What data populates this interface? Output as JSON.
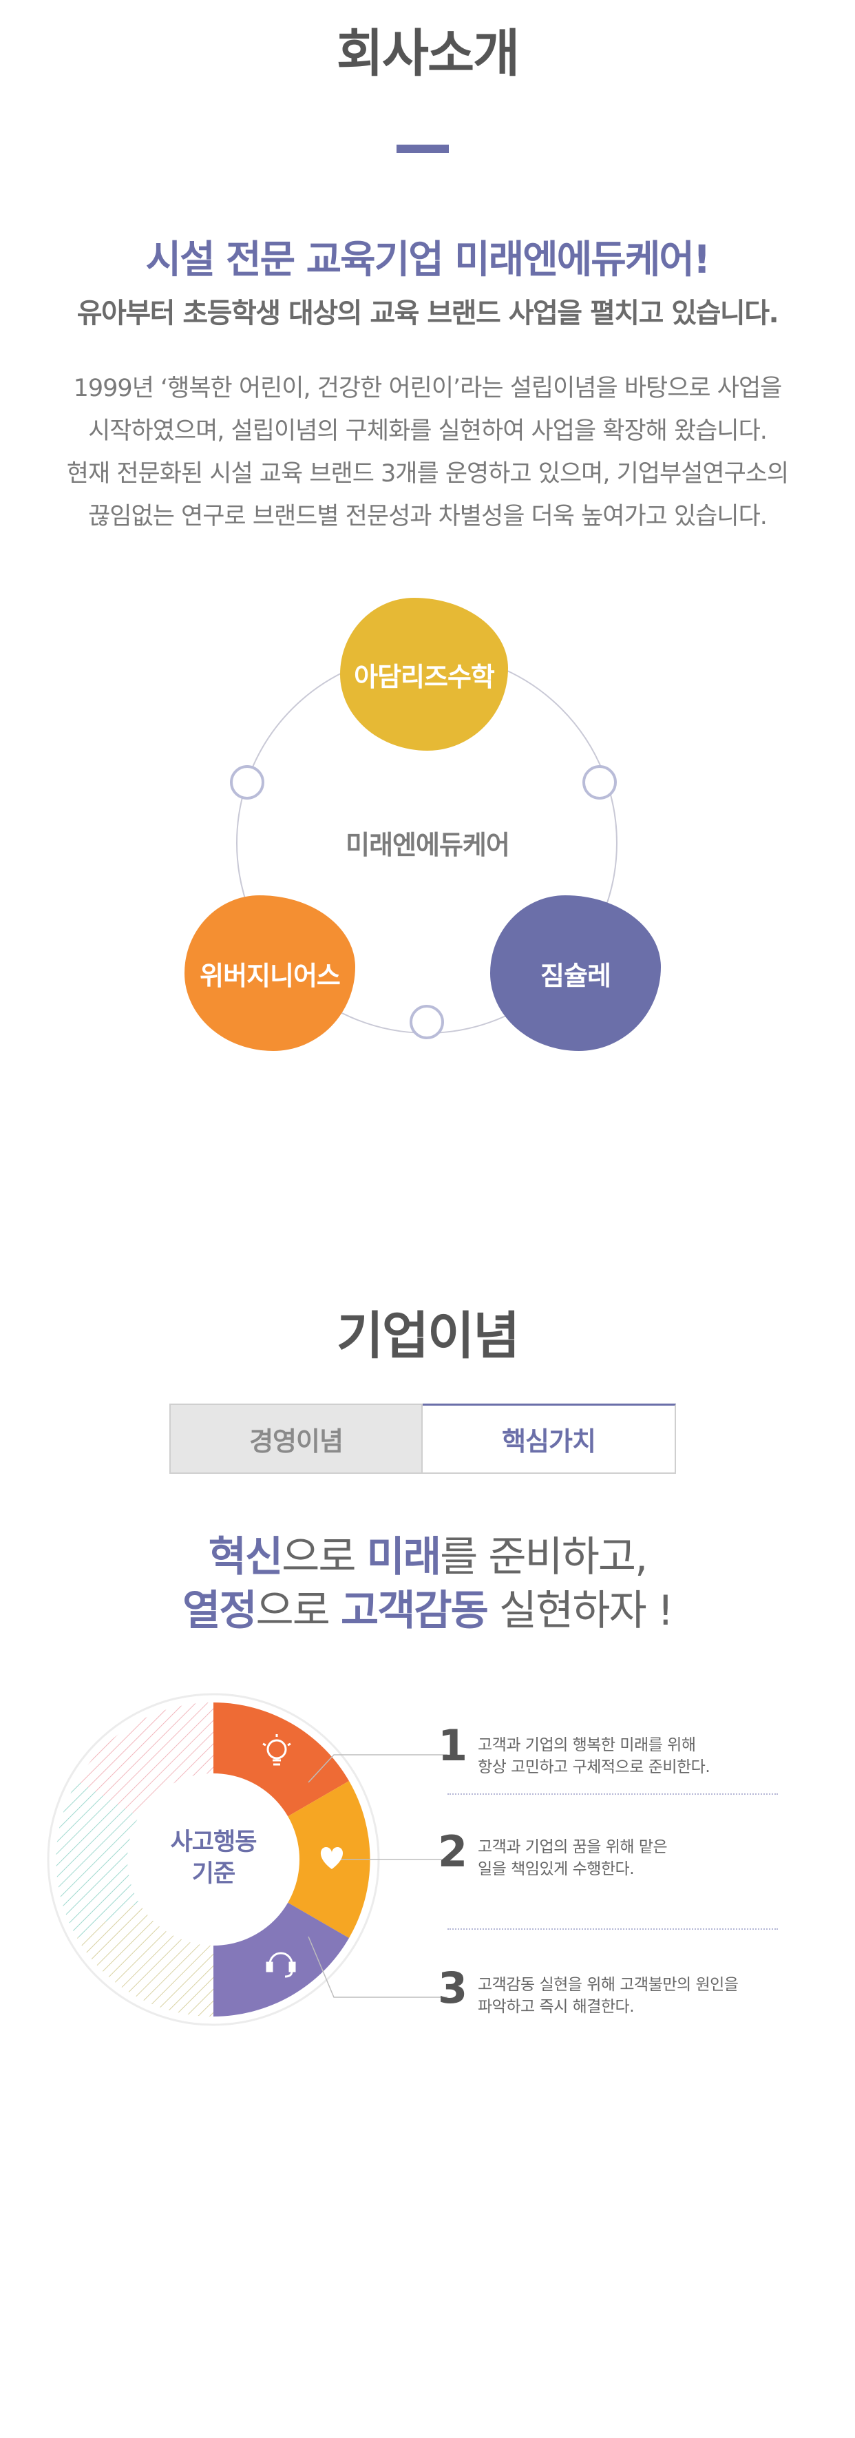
{
  "about": {
    "title": "회사소개",
    "headline": "시설 전문 교육기업 미래엔에듀케어!",
    "subheadline": "유아부터 초등학생 대상의 교육 브랜드 사업을 펼치고 있습니다.",
    "intro_lines": [
      "1999년 ‘행복한 어린이, 건강한 어린이’라는 설립이념을 바탕으로 사업을",
      "시작하였으며, 설립이념의 구체화를 실현하여 사업을 확장해 왔습니다.",
      "현재 전문화된 시설 교육 브랜드 3개를 운영하고 있으며, 기업부설연구소의",
      "끊임없는 연구로 브랜드별 전문성과 차별성을 더욱 높여가고 있습니다."
    ],
    "diagram": {
      "center": "미래엔에듀케어",
      "brands": [
        "아담리즈수학",
        "위버지니어스",
        "짐슐레"
      ],
      "colors": {
        "yellow": "#e6b935",
        "orange": "#f48f32",
        "purple": "#6b6fa9"
      }
    }
  },
  "philosophy": {
    "title": "기업이념",
    "tabs": [
      {
        "label": "경영이념",
        "active": false
      },
      {
        "label": "핵심가치",
        "active": true
      }
    ],
    "slogan": {
      "l1_a": "혁신",
      "l1_b": "으로 ",
      "l1_c": "미래",
      "l1_d": "를 준비하고,",
      "l2_a": "열정",
      "l2_b": "으로 ",
      "l2_c": "고객감동",
      "l2_d": " 실현하자 !"
    },
    "wheel": {
      "center_l1": "사고행동",
      "center_l2": "기준",
      "icons": [
        "lightbulb-icon",
        "heart-icon",
        "headset-icon"
      ],
      "colors": {
        "orange": "#ee6b35",
        "gold": "#f6a623",
        "purple": "#8478b9"
      }
    },
    "items": [
      {
        "num": "1",
        "l1": "고객과 기업의 행복한 미래를 위해",
        "l2": "항상 고민하고 구체적으로 준비한다."
      },
      {
        "num": "2",
        "l1": "고객과 기업의 꿈을 위해 맡은",
        "l2": "일을 책임있게 수행한다."
      },
      {
        "num": "3",
        "l1": "고객감동 실현을 위해 고객불만의 원인을",
        "l2": "파악하고 즉시 해결한다."
      }
    ]
  }
}
